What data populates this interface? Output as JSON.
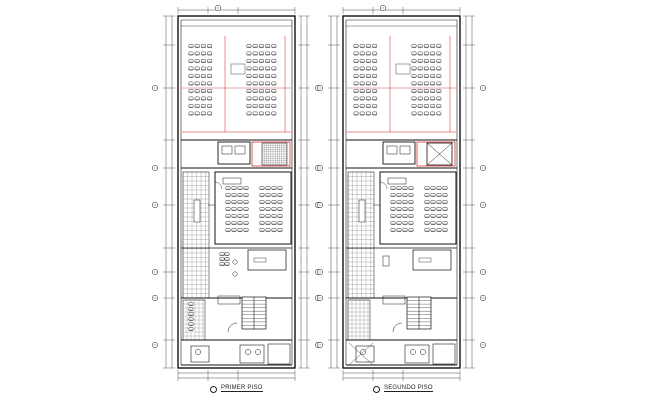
{
  "plans": [
    {
      "id": "primer-piso",
      "title": "PRIMER PISO",
      "auditorium_seating": {
        "left_columns": 4,
        "left_rows": 10,
        "right_columns": 5,
        "right_rows": 10
      },
      "classroom_seating": {
        "left_rows": 7,
        "right_rows": 7
      },
      "has_lounge_seating": true
    },
    {
      "id": "segundo-piso",
      "title": "SEGUNDO PISO",
      "auditorium_seating": {
        "left_columns": 4,
        "left_rows": 10,
        "right_columns": 5,
        "right_rows": 10
      },
      "classroom_seating": {
        "left_rows": 7,
        "right_rows": 7
      },
      "has_lounge_seating": false
    }
  ],
  "colors": {
    "line": "#1a1a1a",
    "wall": "#111111",
    "accent_red": "#d11a1a",
    "hatch": "#555555",
    "background": "#ffffff"
  }
}
